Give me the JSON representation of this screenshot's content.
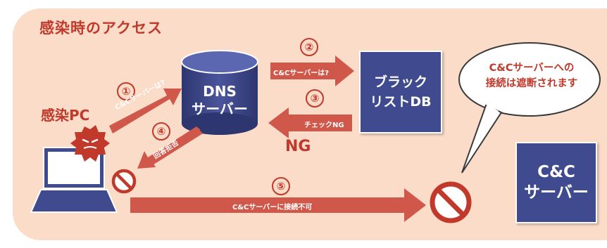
{
  "title": "感染時のアクセス",
  "pc_label": "感染PC",
  "dns_server": {
    "line1": "DNS",
    "line2": "サーバー"
  },
  "blacklist_db": {
    "line1": "ブラック",
    "line2": "リストDB"
  },
  "cc_server": {
    "line1": "C&C",
    "line2": "サーバー"
  },
  "ng_label": "NG",
  "steps": [
    {
      "number": "①",
      "label": "C&Cサーバーは?"
    },
    {
      "number": "②",
      "label": "C&Cサーバーは?"
    },
    {
      "number": "③",
      "label": "チェックNG"
    },
    {
      "number": "④",
      "label": "回答拒否"
    },
    {
      "number": "⑤",
      "label": "C&Cサーバーに接続不可"
    }
  ],
  "speech_bubble": {
    "line1": "C&Cサーバーへの",
    "line2": "接続は遮断されます"
  },
  "colors": {
    "background": "#fbdcc9",
    "accent_red": "#c0392b",
    "navy": "#3f4a8f"
  }
}
